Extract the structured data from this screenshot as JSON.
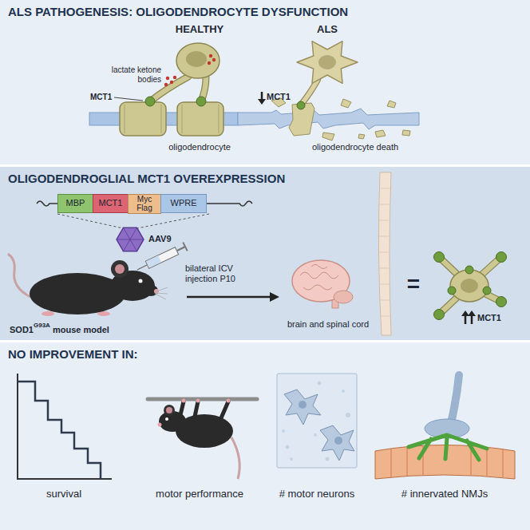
{
  "diagram": {
    "nodes": [
      {
        "text": [
          "ALS PATHOGENESIS: OLIGODENDROCYTE DYSFUNCTION"
        ]
      },
      {
        "text": [
          "OLIGODENDROGLIAL MCT1 OVEREXPRESSION"
        ]
      },
      {
        "text": [
          "MBP"
        ],
        "in": 1
      },
      {
        "text": [
          "MCT1"
        ],
        "in": 1
      },
      {
        "text": [
          "Myc Flag"
        ],
        "in": 1
      },
      {
        "text": [
          "WPRE"
        ],
        "in": 1
      },
      {
        "text": [
          "NO IMPROVEMENT IN:"
        ]
      }
    ],
    "labels": [
      "HEALTHY",
      "ALS",
      "lactate ketone bodies",
      "MCT1",
      "oligodendrocyte",
      "MCT1",
      "oligodendrocyte death",
      "AAV9",
      "SOD1",
      "G93A",
      "mouse model",
      "bilateral ICV injection P10",
      "brain and spinal cord",
      "=",
      "MCT1",
      "survival",
      "motor performance",
      "# motor neurons",
      "# innervated NMJs"
    ]
  }
}
